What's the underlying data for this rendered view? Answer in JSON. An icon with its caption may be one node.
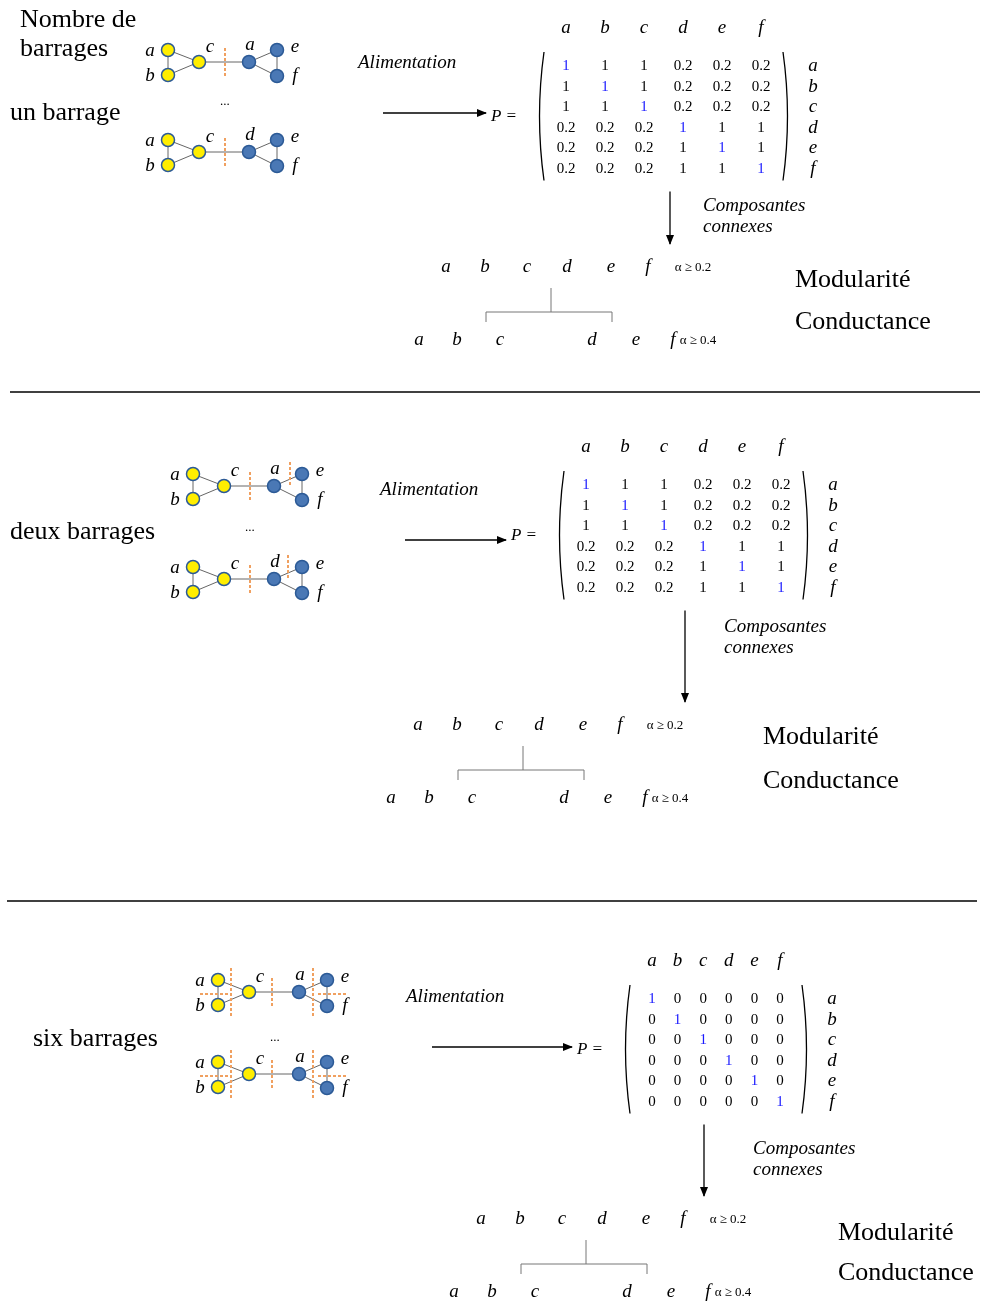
{
  "diagram": {
    "nodes": [
      {
        "text": [
          "a",
          "b",
          "c",
          "a",
          "e",
          "f"
        ]
      },
      {
        "text": [
          "a",
          "b",
          "c",
          "d",
          "e",
          "f"
        ]
      },
      {
        "text": [
          "P =",
          "a",
          "b",
          "c",
          "d",
          "e",
          "f",
          "1",
          "1",
          "1",
          "0.2",
          "0.2",
          "0.2",
          "1",
          "1",
          "1",
          "0.2",
          "0.2",
          "0.2",
          "1",
          "1",
          "1",
          "0.2",
          "0.2",
          "0.2",
          "0.2",
          "0.2",
          "0.2",
          "1",
          "1",
          "1",
          "0.2",
          "0.2",
          "0.2",
          "1",
          "1",
          "1",
          "0.2",
          "0.2",
          "0.2",
          "1",
          "1",
          "1",
          "a",
          "b",
          "c",
          "d",
          "e",
          "f"
        ]
      },
      {
        "text": [
          "a",
          "b",
          "c",
          "d",
          "e",
          "f",
          "α ≥ 0.2",
          "a",
          "b",
          "c",
          "d",
          "e",
          "f",
          "α ≥ 0.4"
        ]
      },
      {
        "text": [
          "a",
          "b",
          "c",
          "a",
          "e",
          "f"
        ]
      },
      {
        "text": [
          "a",
          "b",
          "c",
          "d",
          "e",
          "f"
        ]
      },
      {
        "text": [
          "P =",
          "a",
          "b",
          "c",
          "d",
          "e",
          "f",
          "1",
          "1",
          "1",
          "0.2",
          "0.2",
          "0.2",
          "1",
          "1",
          "1",
          "0.2",
          "0.2",
          "0.2",
          "1",
          "1",
          "1",
          "0.2",
          "0.2",
          "0.2",
          "0.2",
          "0.2",
          "0.2",
          "1",
          "1",
          "1",
          "0.2",
          "0.2",
          "0.2",
          "1",
          "1",
          "1",
          "0.2",
          "0.2",
          "0.2",
          "1",
          "1",
          "1",
          "a",
          "b",
          "c",
          "d",
          "e",
          "f"
        ]
      },
      {
        "text": [
          "a",
          "b",
          "c",
          "d",
          "e",
          "f",
          "α ≥ 0.2",
          "a",
          "b",
          "c",
          "d",
          "e",
          "f",
          "α ≥ 0.4"
        ]
      },
      {
        "text": [
          "a",
          "b",
          "c",
          "a",
          "e",
          "f"
        ]
      },
      {
        "text": [
          "a",
          "b",
          "c",
          "a",
          "e",
          "f"
        ]
      },
      {
        "text": [
          "P =",
          "a",
          "b",
          "c",
          "d",
          "e",
          "f",
          "1",
          "0",
          "0",
          "0",
          "0",
          "0",
          "0",
          "1",
          "0",
          "0",
          "0",
          "0",
          "0",
          "0",
          "1",
          "0",
          "0",
          "0",
          "0",
          "0",
          "0",
          "1",
          "0",
          "0",
          "0",
          "0",
          "0",
          "0",
          "1",
          "0",
          "0",
          "0",
          "0",
          "0",
          "0",
          "1",
          "a",
          "b",
          "c",
          "d",
          "e",
          "f"
        ]
      },
      {
        "text": [
          "a",
          "b",
          "c",
          "d",
          "e",
          "f",
          "α ≥ 0.2",
          "a",
          "b",
          "c",
          "d",
          "e",
          "f",
          "α ≥ 0.4"
        ]
      }
    ],
    "edges": [
      {
        "from": null,
        "to": 2,
        "arrow": "to",
        "label": "Alimentation"
      },
      {
        "from": 2,
        "to": 3,
        "arrow": "to",
        "label": "Composantes connexes"
      },
      {
        "from": null,
        "to": 6,
        "arrow": "to",
        "label": "Alimentation"
      },
      {
        "from": 6,
        "to": 7,
        "arrow": "to",
        "label": "Composantes connexes"
      },
      {
        "from": null,
        "to": 10,
        "arrow": "to",
        "label": "Alimentation"
      },
      {
        "from": 10,
        "to": 11,
        "arrow": "to",
        "label": "Composantes connexes"
      }
    ],
    "labels": [
      "Nombre de barrages",
      "un barrage",
      "...",
      "Modularité",
      "Conductance",
      "deux barrages",
      "...",
      "Modularité",
      "Conductance",
      "six barrages",
      "...",
      "Modularité",
      "Conductance"
    ]
  }
}
